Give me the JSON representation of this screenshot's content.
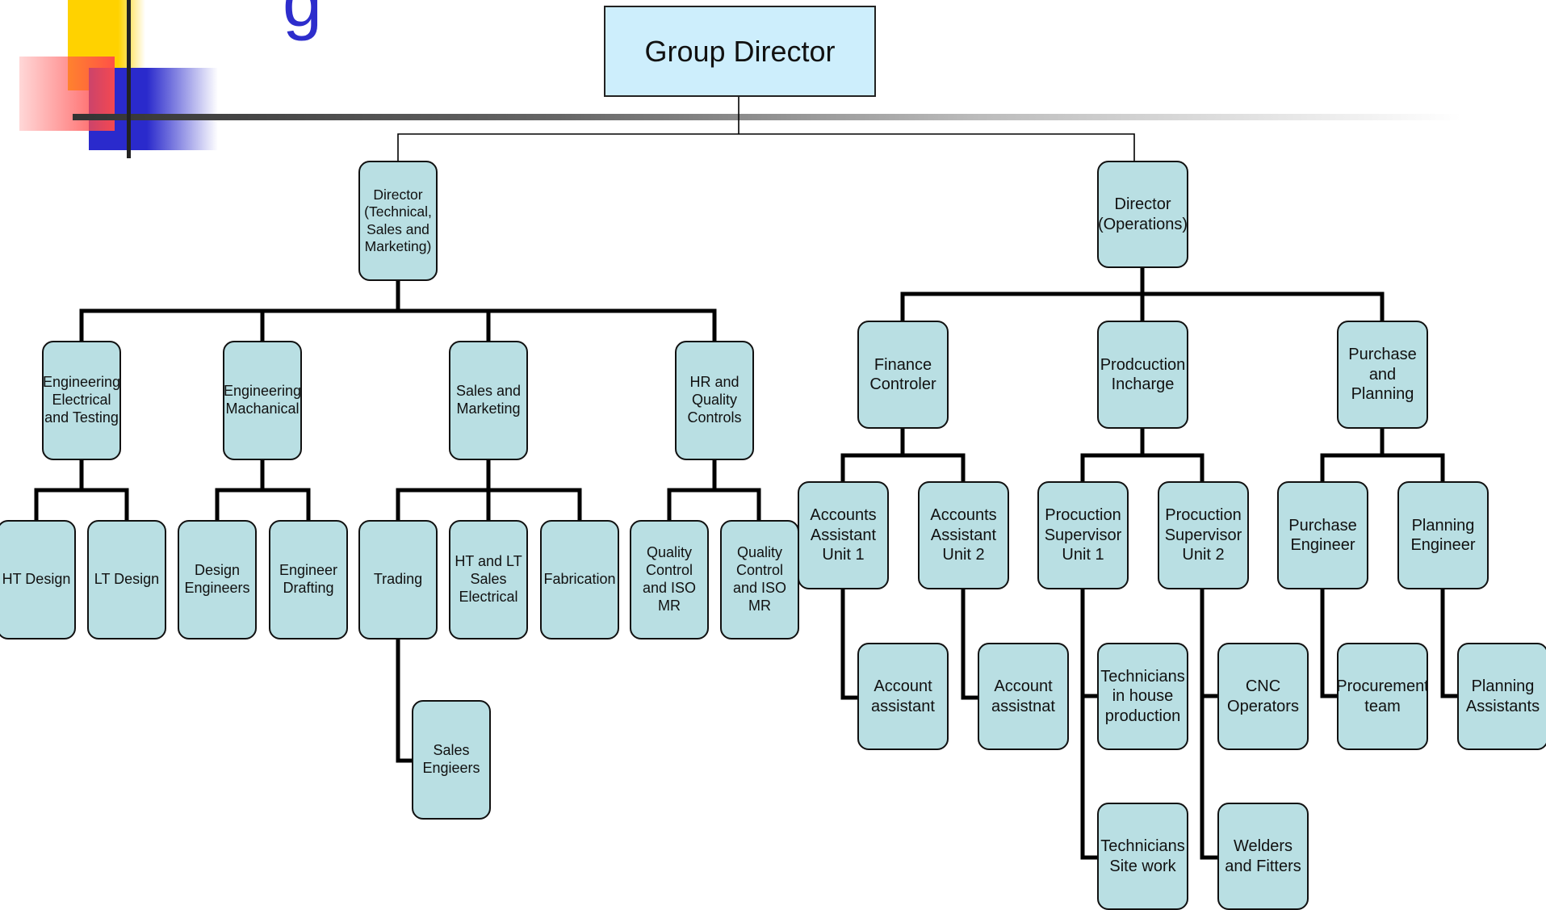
{
  "slide": {
    "title_fragment": "g"
  },
  "org_chart": {
    "root": "Group Director",
    "directors": {
      "technical": "Director (Technical, Sales and Marketing)",
      "operations": "Director (Operations)"
    },
    "departments": {
      "eng_electrical": "Engineering Electrical and Testing",
      "eng_mechanical": "Engineering Machanical",
      "sales_marketing": "Sales and Marketing",
      "hr_quality": "HR and Quality Controls",
      "finance": "Finance Controler",
      "production": "Prodcuction Incharge",
      "purchase_planning": "Purchase and Planning"
    },
    "teams": {
      "ht_design": "HT Design",
      "lt_design": "LT Design",
      "design_engineers": "Design Engineers",
      "engineer_drafting": "Engineer Drafting",
      "trading": "Trading",
      "ht_lt_sales": "HT and LT Sales Electrical",
      "fabrication": "Fabrication",
      "qc_iso_1": "Quality Control and ISO MR",
      "qc_iso_2": "Quality Control and ISO MR",
      "sales_engineers": "Sales Engieers",
      "accounts_unit1": "Accounts Assistant Unit 1",
      "accounts_unit2": "Accounts Assistant Unit 2",
      "prod_supervisor_1": "Procuction Supervisor Unit 1",
      "prod_supervisor_2": "Procuction Supervisor Unit 2",
      "purchase_engineer": "Purchase Engineer",
      "planning_engineer": "Planning Engineer",
      "account_assistant": "Account assistant",
      "account_assistnat": "Account assistnat",
      "technicians_inhouse": "Technicians in house production",
      "technicians_site": "Technicians Site work",
      "cnc_operators": "CNC Operators",
      "welders_fitters": "Welders and Fitters",
      "procurement_team": "Procurement team",
      "planning_assistants": "Planning Assistants"
    }
  },
  "colors": {
    "node_fill": "#b9dfe3",
    "root_fill": "#cdeefc",
    "line": "#000000",
    "accent_yellow": "#ffd200",
    "accent_red": "#ff4a4a",
    "accent_blue": "#2a2acc"
  }
}
